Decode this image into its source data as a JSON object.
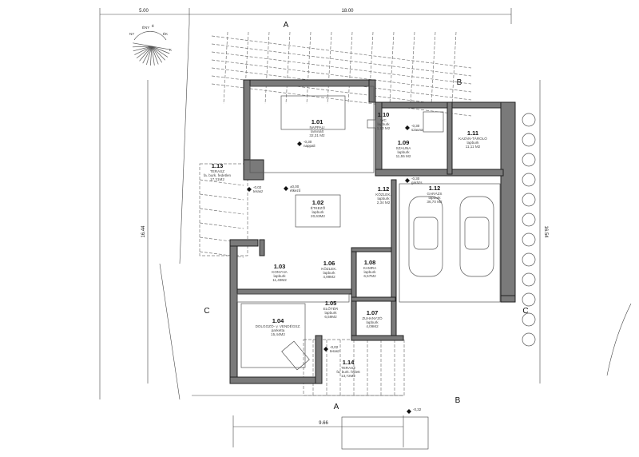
{
  "dimensions": {
    "top_left": "5.00",
    "top_main": "18.00",
    "left": "16.44",
    "right": "16.54",
    "bottom": "9.66"
  },
  "sections": [
    {
      "label": "A",
      "id": "a-top"
    },
    {
      "label": "A",
      "id": "a-bottom"
    },
    {
      "label": "B",
      "id": "b-top"
    },
    {
      "label": "B",
      "id": "b-bottom"
    },
    {
      "label": "C",
      "id": "c-left"
    },
    {
      "label": "C",
      "id": "c-right"
    }
  ],
  "compass": {
    "labels": [
      "ÉNY",
      "É",
      "ÉK",
      "K",
      "NY"
    ]
  },
  "rooms": [
    {
      "number": "1.01",
      "name": "NAPPALI",
      "floor": "laminált",
      "area": "32,31 M2"
    },
    {
      "number": "1.02",
      "name": "ÉTKEZŐ",
      "floor": "lapburk",
      "area": "20,63M2"
    },
    {
      "number": "1.03",
      "name": "KONYHA",
      "floor": "lapburk",
      "area": "11,49M2"
    },
    {
      "number": "1.04",
      "name": "DOLGOZÓ- v. VENDÉGSZ.",
      "floor": "parketta",
      "area": "15,44M2"
    },
    {
      "number": "1.05",
      "name": "ELŐTÉR",
      "floor": "lapburk",
      "area": "6,59M2"
    },
    {
      "number": "1.06",
      "name": "KÖZLEK.",
      "floor": "lapburk",
      "area": "4,99M2"
    },
    {
      "number": "1.07",
      "name": "ZUHANYZÓ",
      "floor": "lapburk",
      "area": "4,09M2"
    },
    {
      "number": "1.08",
      "name": "KAMRA",
      "floor": "lapburk",
      "area": "6,57M2"
    },
    {
      "number": "1.09",
      "name": "SZAUNA",
      "floor": "lapburk",
      "area": "11,55 M2"
    },
    {
      "number": "1.10",
      "name": "WC",
      "floor": "lapburk",
      "area": "1,13 M2"
    },
    {
      "number": "1.11",
      "name": "KAZÁN-TÁROLÓ",
      "floor": "lapburk",
      "area": "11,11 M2"
    },
    {
      "number": "1.12",
      "name": "GARÁZS",
      "floor": "lapburk",
      "area": "36,70 M2"
    },
    {
      "number": "1.12",
      "name": "KÖZLEK.",
      "floor": "lapburk",
      "area": "2,34 M2"
    },
    {
      "number": "1.13",
      "name": "TERASZ",
      "floor": "fa. burk. fedetlen",
      "area": "17,31M2"
    },
    {
      "number": "1.14",
      "name": "TERASZ",
      "floor": "fa. burk. fedett",
      "area": "13,72M2"
    }
  ],
  "levels": [
    {
      "value": "-0,30",
      "label": "nappali"
    },
    {
      "value": "±0,00",
      "label": "étkező"
    },
    {
      "value": "-0,30",
      "label": "szauna"
    },
    {
      "value": "-0,30",
      "label": "garázs"
    },
    {
      "value": "-0,02",
      "label": "terasz"
    },
    {
      "value": "-0,02",
      "label": "terasz"
    },
    {
      "value": "-0,32",
      "label": ""
    }
  ]
}
